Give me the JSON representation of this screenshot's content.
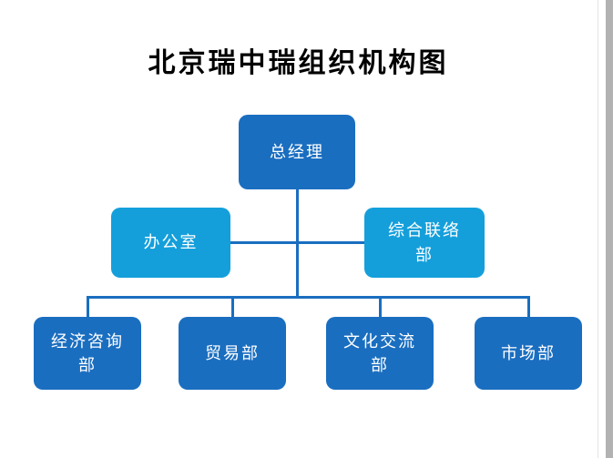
{
  "title": "北京瑞中瑞组织机构图",
  "colors": {
    "node_primary": "#1a6ec0",
    "node_secondary": "#149fdb",
    "connector": "#1a6ec0",
    "node_text": "#ffffff",
    "title_text": "#000000",
    "edge_strip": "#b2b2b2"
  },
  "org": {
    "root": {
      "label": "总经理"
    },
    "assistants": [
      {
        "label": "办公室"
      },
      {
        "label": "综合联络部"
      }
    ],
    "departments": [
      {
        "label": "经济咨询部"
      },
      {
        "label": "贸易部"
      },
      {
        "label": "文化交流部"
      },
      {
        "label": "市场部"
      }
    ]
  }
}
